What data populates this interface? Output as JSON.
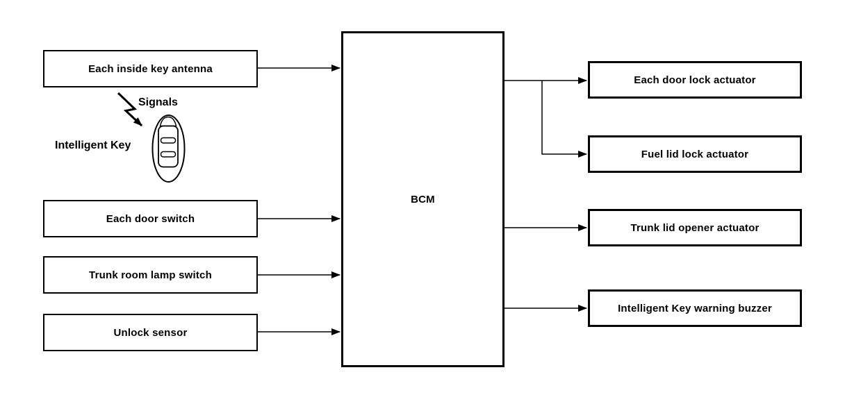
{
  "diagram": {
    "bcm": {
      "label": "BCM"
    },
    "inputs": [
      {
        "label": "Each inside key antenna"
      },
      {
        "label": "Each door switch"
      },
      {
        "label": "Trunk room lamp switch"
      },
      {
        "label": "Unlock sensor"
      }
    ],
    "outputs": [
      {
        "label": "Each door lock actuator"
      },
      {
        "label": "Fuel lid lock actuator"
      },
      {
        "label": "Trunk lid opener actuator"
      },
      {
        "label": "Intelligent Key warning buzzer"
      }
    ],
    "annotations": {
      "signals": "Signals",
      "intelligent_key": "Intelligent Key"
    },
    "icons": [
      "key-fob-icon",
      "lightning-signal-arrow-icon"
    ],
    "connections": [
      {
        "from": "Each inside key antenna",
        "to": "BCM"
      },
      {
        "from": "Each door switch",
        "to": "BCM"
      },
      {
        "from": "Trunk room lamp switch",
        "to": "BCM"
      },
      {
        "from": "Unlock sensor",
        "to": "BCM"
      },
      {
        "from": "BCM",
        "to": "Each door lock actuator"
      },
      {
        "from": "BCM",
        "to": "Fuel lid lock actuator"
      },
      {
        "from": "BCM",
        "to": "Trunk lid opener actuator"
      },
      {
        "from": "BCM",
        "to": "Intelligent Key warning buzzer"
      },
      {
        "from": "Intelligent Key",
        "to": "Each inside key antenna",
        "via": "Signals"
      }
    ],
    "colors": {
      "line": "#000000",
      "background": "#ffffff"
    }
  }
}
